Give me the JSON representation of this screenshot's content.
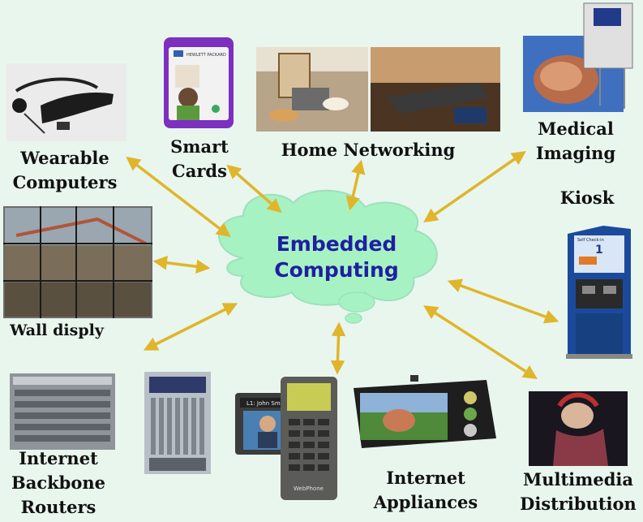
{
  "center": {
    "line1": "Embedded",
    "line2": "Computing"
  },
  "nodes": {
    "wearable": {
      "line1": "Wearable",
      "line2": "Computers"
    },
    "smart_cards": {
      "line1": "Smart",
      "line2": "Cards"
    },
    "home_networking": {
      "label": "Home Networking"
    },
    "medical_imaging": {
      "line1": "Medical",
      "line2": "Imaging"
    },
    "kiosk": {
      "label": "Kiosk"
    },
    "wall_display": {
      "label": "Wall disply"
    },
    "routers": {
      "line1": "Internet",
      "line2": "Backbone",
      "line3": "Routers"
    },
    "appliances": {
      "line1": "Internet",
      "line2": "Appliances"
    },
    "multimedia": {
      "line1": "Multimedia",
      "line2": "Distribution"
    }
  },
  "images": {
    "smart_card": {
      "company": "HEWLETT PACKARD"
    },
    "kiosk": {
      "screen": "Self Check-in",
      "digit": "1"
    },
    "phone": {
      "caller": "L1: John Smith",
      "brand": "WebPhone"
    }
  },
  "colors": {
    "background": "#e8f6ee",
    "cloud": "#a7f2c3",
    "cloud_text": "#1f1fa0",
    "arrow": "#e0b52a",
    "label": "#111111"
  }
}
